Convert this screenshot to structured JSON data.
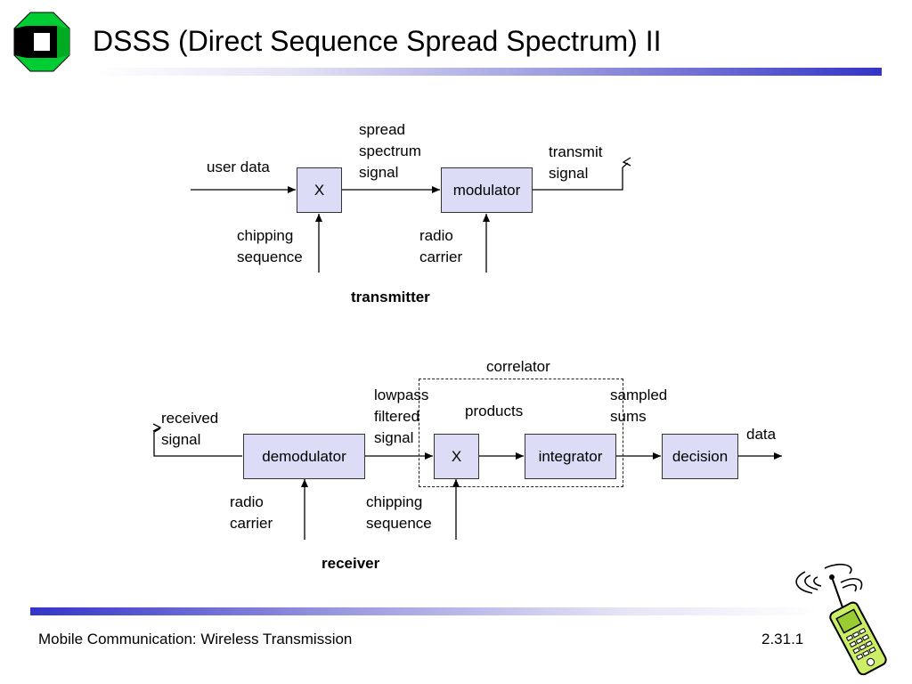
{
  "slide": {
    "title": "DSSS (Direct Sequence Spread Spectrum) II",
    "footer": "Mobile Communication: Wireless Transmission",
    "page_number": "2.31.1"
  },
  "colors": {
    "box_fill": "#dcdcf6",
    "rule_dark": "#3434c8",
    "logo_green": "#00cc33"
  },
  "icons": [
    "university-logo-icon",
    "cell-phone-icon"
  ],
  "transmitter": {
    "caption": "transmitter",
    "blocks": {
      "multiplier": "X",
      "modulator": "modulator"
    },
    "labels": {
      "user_data": "user data",
      "chipping_sequence": "chipping\nsequence",
      "spread_spectrum_signal": "spread\nspectrum\nsignal",
      "radio_carrier": "radio\ncarrier",
      "transmit_signal": "transmit\nsignal"
    }
  },
  "receiver": {
    "caption": "receiver",
    "blocks": {
      "demodulator": "demodulator",
      "multiplier": "X",
      "integrator": "integrator",
      "decision": "decision"
    },
    "labels": {
      "received_signal": "received\nsignal",
      "radio_carrier": "radio\ncarrier",
      "lowpass_filtered_signal": "lowpass\nfiltered\nsignal",
      "chipping_sequence": "chipping\nsequence",
      "products": "products",
      "sampled_sums": "sampled\nsums",
      "data": "data",
      "correlator": "correlator"
    }
  }
}
